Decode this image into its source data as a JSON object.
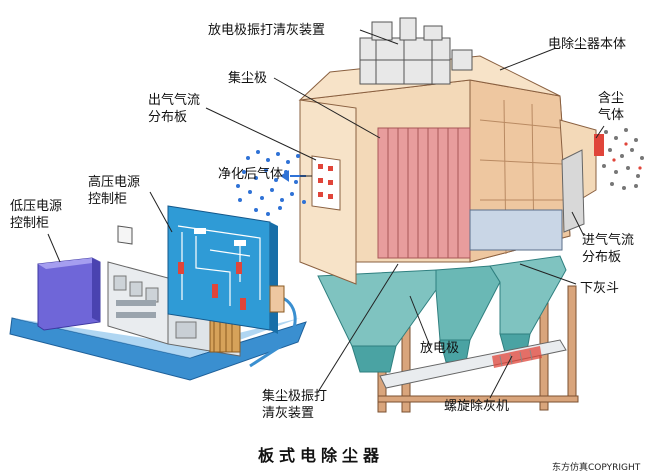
{
  "title": "板式电除尘器",
  "copyright": "东方仿真COPYRIGHT",
  "labels": {
    "discharge_rapping": "放电极振打清灰装置",
    "precipitator_body": "电除尘器本体",
    "collecting_electrode": "集尘极",
    "outlet_distribution_1": "出气气流",
    "outlet_distribution_2": "分布板",
    "dusty_gas_1": "含尘",
    "dusty_gas_2": "气体",
    "clean_gas": "净化后气体",
    "hv_cabinet_1": "高压电源",
    "hv_cabinet_2": "控制柜",
    "lv_cabinet_1": "低压电源",
    "lv_cabinet_2": "控制柜",
    "inlet_distribution_1": "进气气流",
    "inlet_distribution_2": "分布板",
    "ash_hopper": "下灰斗",
    "discharge_electrode": "放电极",
    "collector_rapping_1": "集尘极振打",
    "collector_rapping_2": "清灰装置",
    "screw_conveyor": "螺旋除灰机"
  },
  "colors": {
    "housing_light": "#f3d9b8",
    "housing_mid": "#eec7a0",
    "housing_dark": "#d9a57c",
    "plates": "#e89d9d",
    "hopper": "#7fc3c0",
    "hopper_dark": "#4aa3a3",
    "control_panel": "#2f9bd6",
    "base_plate": "#3a8fd0",
    "cabinet_lv": "#6f66d8",
    "gas_blue": "#2f72d6",
    "dust_gray": "#777777",
    "inlet_red": "#e0453a"
  }
}
